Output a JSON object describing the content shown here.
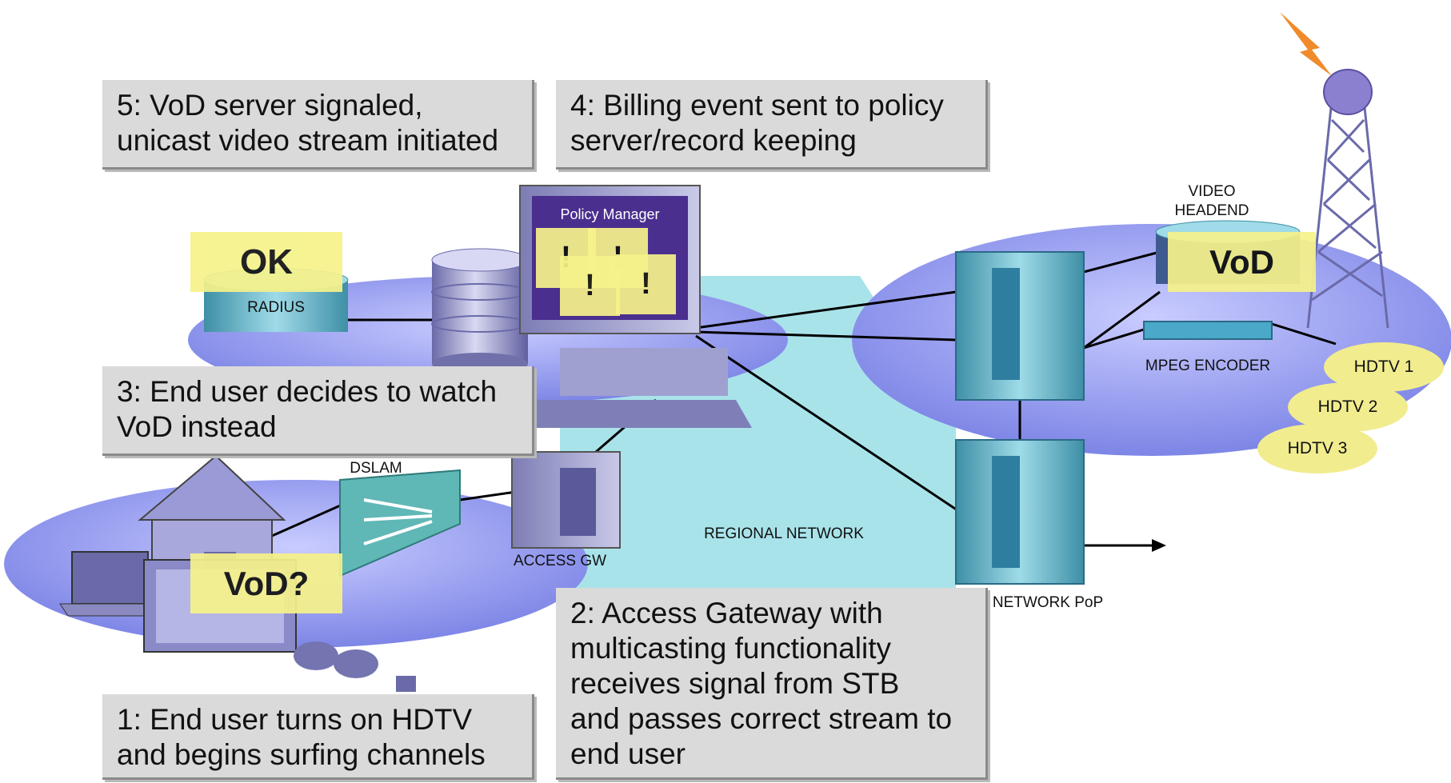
{
  "callouts": {
    "step5": "5: VoD server signaled,\nunicast video stream initiated",
    "step4": "4: Billing event sent to policy\nserver/record keeping",
    "step3": "3: End user decides to watch\nVoD instead",
    "step2": "2: Access Gateway with\nmulticasting functionality\nreceives signal from STB\nand passes correct stream to\nend user",
    "step1": "1: End user turns on HDTV\nand begins surfing channels"
  },
  "labels": {
    "policy_manager": "Policy Manager",
    "radius": "RADIUS",
    "video_headend": "VIDEO\nHEADEND",
    "mpeg_encoder": "MPEG ENCODER",
    "dslam": "DSLAM",
    "access_gw": "ACCESS GW",
    "regional_network": "REGIONAL NETWORK",
    "network_pop": "NETWORK PoP"
  },
  "badges": {
    "ok": "OK",
    "vod_server": "VoD",
    "vod_question": "VoD?",
    "alert": "!"
  },
  "channels": [
    "HDTV 1",
    "HDTV 2",
    "HDTV 3"
  ],
  "colors": {
    "network_ellipse": "#8f96ea",
    "regional_area": "#a9e3ea",
    "yellow_highlight": "#f6f28a",
    "callout_bg": "#dadada"
  }
}
